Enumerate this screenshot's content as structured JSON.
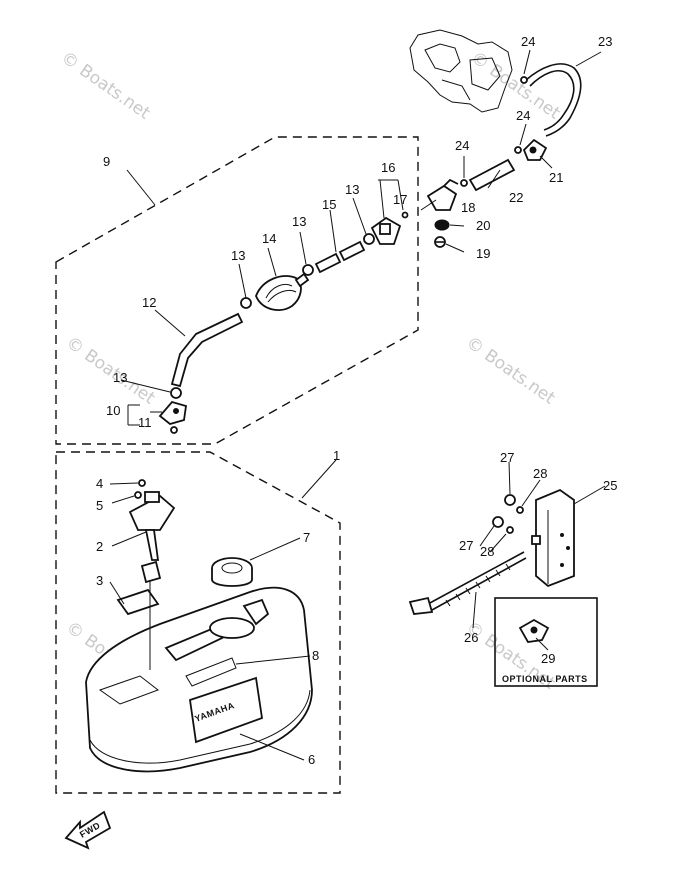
{
  "watermark": "© Boats.net",
  "callouts": {
    "n1": "1",
    "n2": "2",
    "n3": "3",
    "n4": "4",
    "n5": "5",
    "n6": "6",
    "n7": "7",
    "n8": "8",
    "n9": "9",
    "n10": "10",
    "n11": "11",
    "n12": "12",
    "n13a": "13",
    "n13b": "13",
    "n13c": "13",
    "n13d": "13",
    "n14": "14",
    "n15": "15",
    "n16": "16",
    "n17": "17",
    "n18": "18",
    "n19": "19",
    "n20": "20",
    "n21": "21",
    "n22": "22",
    "n23": "23",
    "n24a": "24",
    "n24b": "24",
    "n24c": "24",
    "n25": "25",
    "n26": "26",
    "n27a": "27",
    "n27b": "27",
    "n28a": "28",
    "n28b": "28",
    "n29": "29"
  },
  "optional_parts_label": "OPTIONAL PARTS",
  "tank_brand": "YAMAHA",
  "fwd_label": "FWD"
}
